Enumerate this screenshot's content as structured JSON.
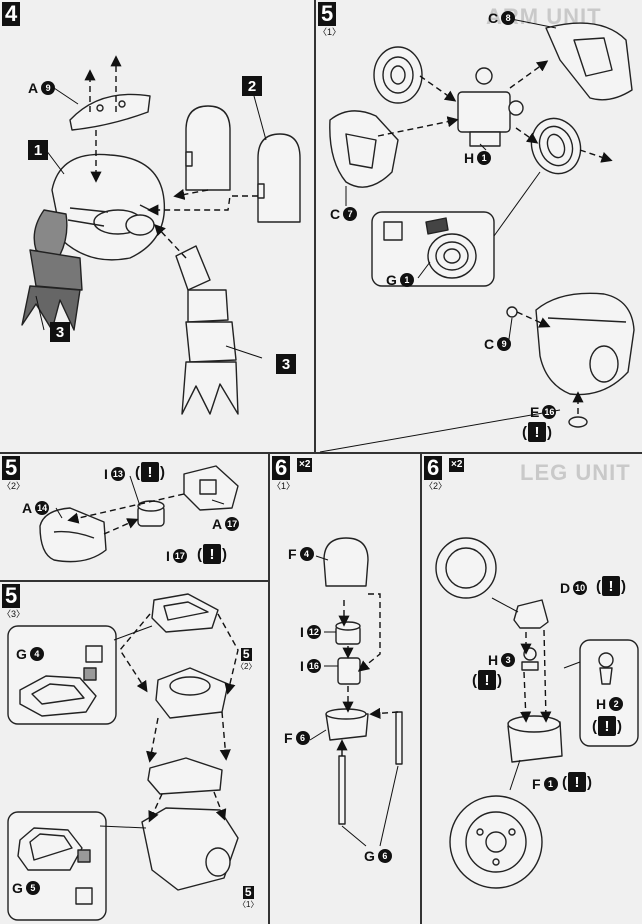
{
  "steps": {
    "s4": {
      "num": "4",
      "sub": ""
    },
    "s5a": {
      "num": "5",
      "sub": "〈1〉"
    },
    "s5b": {
      "num": "5",
      "sub": "〈2〉"
    },
    "s5c": {
      "num": "5",
      "sub": "〈3〉"
    },
    "s6a": {
      "num": "6",
      "sub": "〈1〉",
      "mult": "×2"
    },
    "s6b": {
      "num": "6",
      "sub": "〈2〉",
      "mult": "×2"
    }
  },
  "ghost_titles": {
    "top_right": "ARM UNIT",
    "mid_right": "LEG UNIT"
  },
  "sub_badges": {
    "b1": "1",
    "b2": "2",
    "b3a": "3",
    "b3b": "3"
  },
  "ref_badges": {
    "r52": {
      "num": "5",
      "sub": "〈2〉"
    },
    "r51": {
      "num": "5",
      "sub": "〈1〉"
    }
  },
  "warn_mark": "!",
  "parts": {
    "A9": {
      "letter": "A",
      "num": "9"
    },
    "C8": {
      "letter": "C",
      "num": "8"
    },
    "H1": {
      "letter": "H",
      "num": "1"
    },
    "C7": {
      "letter": "C",
      "num": "7"
    },
    "G1": {
      "letter": "G",
      "num": "1"
    },
    "C9": {
      "letter": "C",
      "num": "9"
    },
    "E16": {
      "letter": "E",
      "num": "16"
    },
    "I13": {
      "letter": "I",
      "num": "13"
    },
    "A14": {
      "letter": "A",
      "num": "14"
    },
    "A17": {
      "letter": "A",
      "num": "17"
    },
    "I17": {
      "letter": "I",
      "num": "17"
    },
    "F4": {
      "letter": "F",
      "num": "4"
    },
    "I12": {
      "letter": "I",
      "num": "12"
    },
    "I16": {
      "letter": "I",
      "num": "16"
    },
    "F6": {
      "letter": "F",
      "num": "6"
    },
    "G6": {
      "letter": "G",
      "num": "6"
    },
    "D10": {
      "letter": "D",
      "num": "10"
    },
    "H3": {
      "letter": "H",
      "num": "3"
    },
    "H2": {
      "letter": "H",
      "num": "2"
    },
    "F1": {
      "letter": "F",
      "num": "1"
    },
    "G4": {
      "letter": "G",
      "num": "4"
    },
    "G5": {
      "letter": "G",
      "num": "5"
    }
  }
}
